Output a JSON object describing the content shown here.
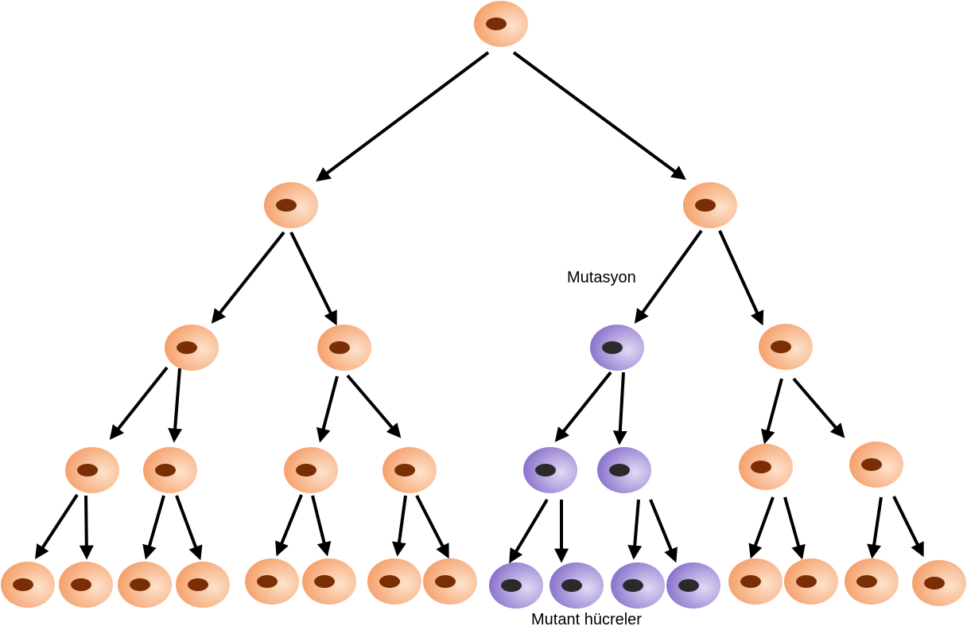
{
  "labels": {
    "mutation": "Mutasyon",
    "mutant_cells": "Mutant hücreler"
  },
  "colors": {
    "normal_cell": "#f5a06a",
    "normal_cell_light": "#fde2cc",
    "normal_nucleus": "#7a2e06",
    "mutant_cell": "#8a72cc",
    "mutant_cell_light": "#e2d9f5",
    "mutant_nucleus": "#2a2a2a",
    "arrow": "#000000"
  },
  "tree": {
    "generations": 5,
    "cell_types": [
      "normal",
      "mutant"
    ],
    "first_mutant_generation": 3
  }
}
